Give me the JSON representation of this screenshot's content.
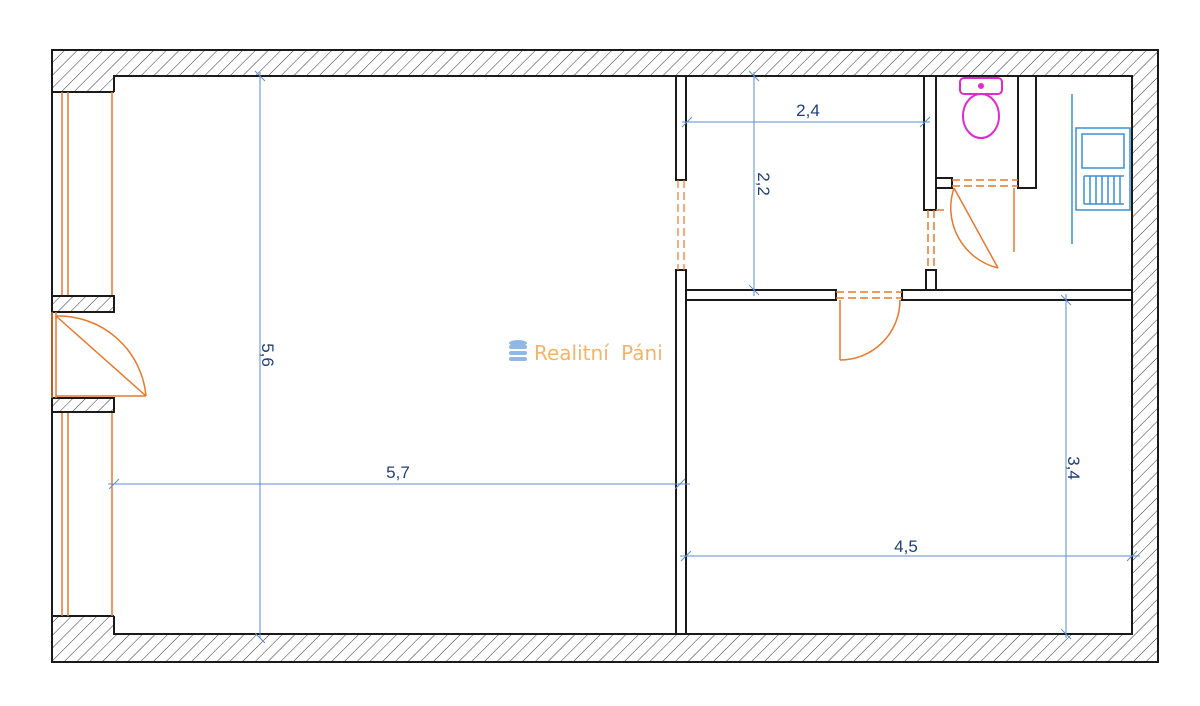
{
  "dimensions": {
    "living_room_height": "5,6",
    "living_room_width": "5,7",
    "hall_width": "2,4",
    "hall_height": "2,2",
    "bedroom_height": "3,4",
    "bedroom_width": "4,5"
  },
  "watermark": {
    "brand": "Realitní Páni",
    "brand_first": "Realitní",
    "brand_second": "Páni"
  },
  "colors": {
    "wall": "#1a1a1a",
    "dimension_line": "#5b8ecf",
    "dimension_text": "#1f3f7a",
    "door_window": "#e8782a",
    "toilet": "#e02ad0",
    "sink": "#3a8fd6",
    "watermark_text": "#f2b36b",
    "watermark_icon": "#8fb8e6"
  }
}
